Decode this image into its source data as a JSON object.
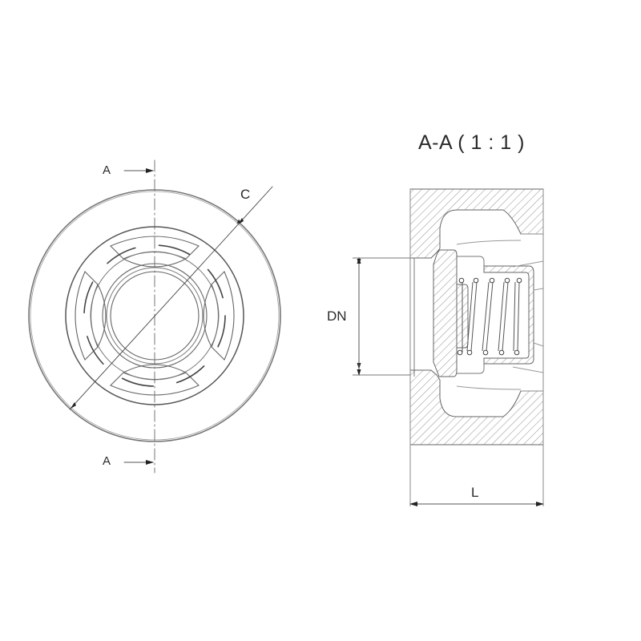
{
  "drawing": {
    "type": "technical-drawing",
    "subject": "wafer-type spring check valve",
    "section_title": "A-A ( 1 : 1 )",
    "views": [
      {
        "name": "front-view",
        "labels": {
          "section_marker_top": "A",
          "section_marker_bottom": "A",
          "diameter_dimension": "C"
        }
      },
      {
        "name": "section-view-A-A",
        "labels": {
          "nominal_diameter_dimension": "DN",
          "length_dimension": "L"
        }
      }
    ],
    "colors": {
      "line": "#555555",
      "hatch": "#9a9a9a",
      "text": "#2a2a2a",
      "background": "#ffffff"
    }
  }
}
